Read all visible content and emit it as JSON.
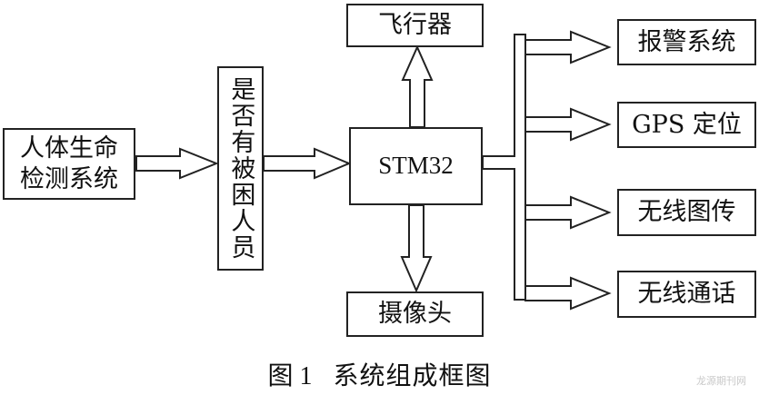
{
  "blocks": {
    "human_detect": "人体生命\n检测系统",
    "trapped_check": "是否有被困人员",
    "mcu": "STM32",
    "aircraft": "飞行器",
    "camera": "摄像头",
    "alarm": "报警系统",
    "gps": "GPS 定位",
    "wireless_video": "无线图传",
    "wireless_call": "无线通话"
  },
  "caption": {
    "figure": "图",
    "number": "1",
    "title": "系统组成框图"
  },
  "watermark": "龙源期刊网"
}
